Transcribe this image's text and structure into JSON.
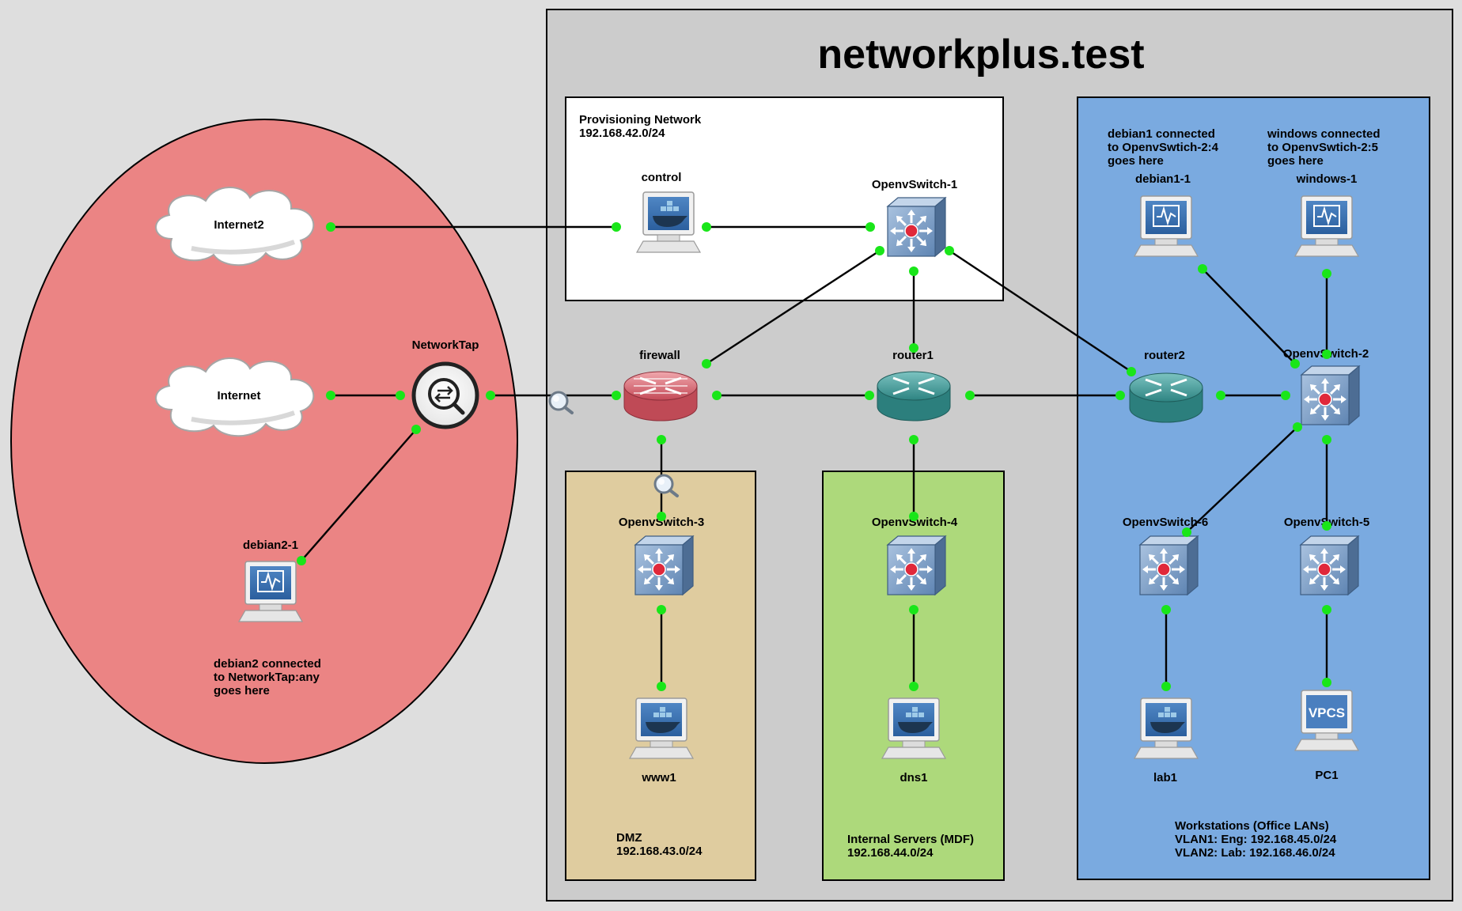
{
  "title": "networkplus.test",
  "zones": {
    "provisioning": {
      "lines": [
        "Provisioning Network",
        "192.168.42.0/24"
      ]
    },
    "dmz": {
      "lines": [
        "DMZ",
        "192.168.43.0/24"
      ]
    },
    "internal": {
      "lines": [
        "Internal Servers (MDF)",
        "192.168.44.0/24"
      ]
    },
    "workstations": {
      "lines": [
        "Workstations (Office LANs)",
        "VLAN1: Eng: 192.168.45.0/24",
        "VLAN2: Lab: 192.168.46.0/24"
      ]
    }
  },
  "notes": {
    "debian1": [
      "debian1 connected",
      "to OpenvSwtich-2:4",
      "goes here"
    ],
    "windows": [
      "windows connected",
      "to OpenvSwtich-2:5",
      "goes here"
    ],
    "debian2": [
      "debian2 connected",
      "to NetworkTap:any",
      "goes here"
    ]
  },
  "nodes": [
    {
      "id": "internet2",
      "label": "Internet2",
      "kind": "cloud"
    },
    {
      "id": "internet",
      "label": "Internet",
      "kind": "cloud"
    },
    {
      "id": "networktap",
      "label": "NetworkTap",
      "kind": "tap"
    },
    {
      "id": "debian2",
      "label": "debian2-1",
      "kind": "pc-qemu"
    },
    {
      "id": "control",
      "label": "control",
      "kind": "pc-docker"
    },
    {
      "id": "ovs1",
      "label": "OpenvSwitch-1",
      "kind": "switch"
    },
    {
      "id": "firewall",
      "label": "firewall",
      "kind": "firewall"
    },
    {
      "id": "router1",
      "label": "router1",
      "kind": "router"
    },
    {
      "id": "router2",
      "label": "router2",
      "kind": "router"
    },
    {
      "id": "debian1",
      "label": "debian1-1",
      "kind": "pc-qemu"
    },
    {
      "id": "windows",
      "label": "windows-1",
      "kind": "pc-qemu"
    },
    {
      "id": "ovs2",
      "label": "OpenvSwitch-2",
      "kind": "switch"
    },
    {
      "id": "ovs3",
      "label": "OpenvSwitch-3",
      "kind": "switch"
    },
    {
      "id": "ovs4",
      "label": "OpenvSwitch-4",
      "kind": "switch"
    },
    {
      "id": "ovs6",
      "label": "OpenvSwitch-6",
      "kind": "switch"
    },
    {
      "id": "ovs5",
      "label": "OpenvSwitch-5",
      "kind": "switch"
    },
    {
      "id": "www1",
      "label": "www1",
      "kind": "pc-docker"
    },
    {
      "id": "dns1",
      "label": "dns1",
      "kind": "pc-docker"
    },
    {
      "id": "lab1",
      "label": "lab1",
      "kind": "pc-docker"
    },
    {
      "id": "pc1",
      "label": "PC1",
      "kind": "vpcs",
      "text": "VPCS"
    }
  ],
  "links": [
    {
      "from": "internet2",
      "to": "control"
    },
    {
      "from": "control",
      "to": "ovs1"
    },
    {
      "from": "internet",
      "to": "networktap"
    },
    {
      "from": "networktap",
      "to": "firewall",
      "capture": true
    },
    {
      "from": "networktap",
      "to": "debian2"
    },
    {
      "from": "firewall",
      "to": "ovs1"
    },
    {
      "from": "ovs1",
      "to": "router1"
    },
    {
      "from": "ovs1",
      "to": "router2"
    },
    {
      "from": "firewall",
      "to": "router1"
    },
    {
      "from": "router1",
      "to": "router2"
    },
    {
      "from": "firewall",
      "to": "ovs3",
      "capture": true
    },
    {
      "from": "router1",
      "to": "ovs4"
    },
    {
      "from": "router2",
      "to": "ovs2"
    },
    {
      "from": "debian1",
      "to": "ovs2"
    },
    {
      "from": "windows",
      "to": "ovs2"
    },
    {
      "from": "ovs2",
      "to": "ovs6"
    },
    {
      "from": "ovs2",
      "to": "ovs5"
    },
    {
      "from": "ovs3",
      "to": "www1"
    },
    {
      "from": "ovs4",
      "to": "dns1"
    },
    {
      "from": "ovs6",
      "to": "lab1"
    },
    {
      "from": "ovs5",
      "to": "pc1"
    }
  ],
  "colors": {
    "canvas": "#dedede",
    "project": "#cccccc",
    "outside_ellipse": "#eb8484",
    "provisioning": "#ffffff",
    "dmz": "#dfcc9f",
    "internal": "#add97b",
    "workstations": "#7aaae0",
    "link_dot": "#19e619"
  }
}
